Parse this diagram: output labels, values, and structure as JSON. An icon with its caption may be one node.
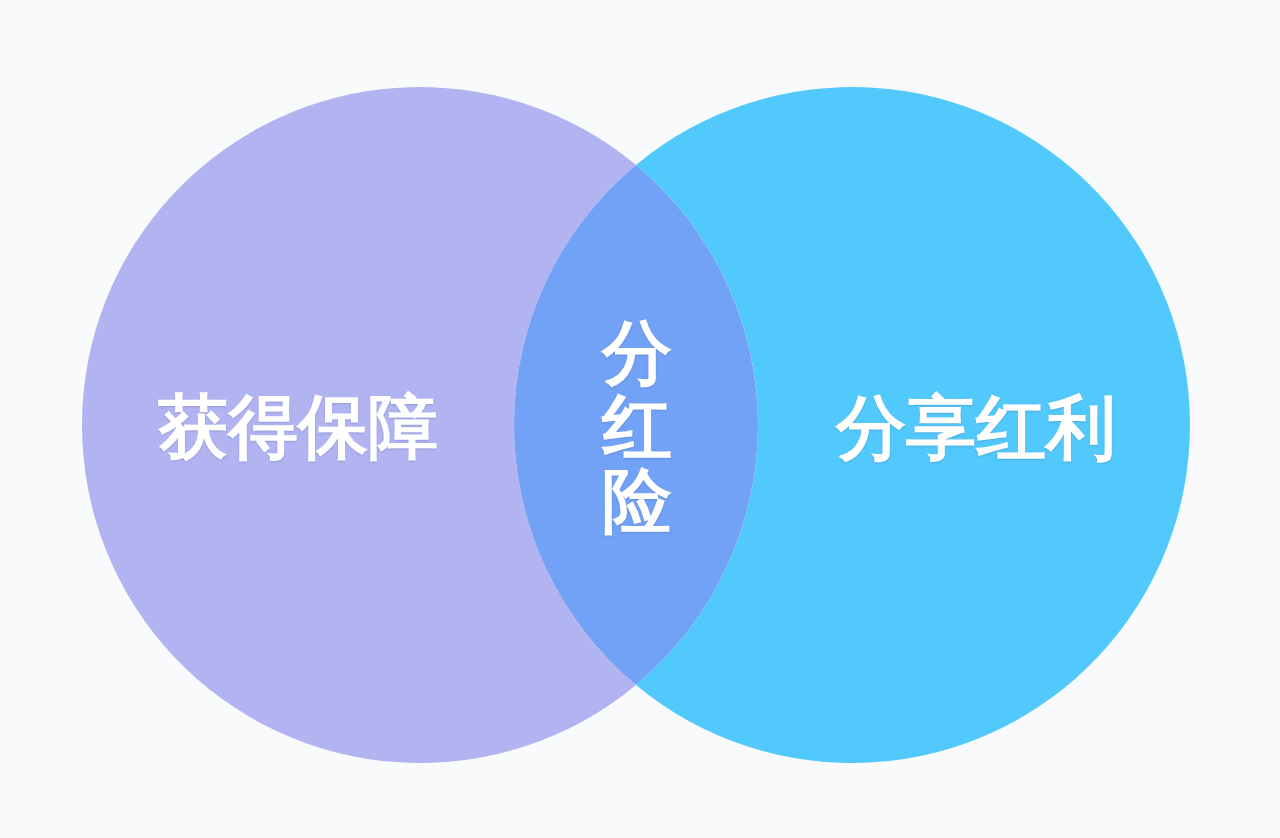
{
  "diagram": {
    "nodes": [
      {
        "text": [
          "获得保障"
        ]
      },
      {
        "text": [
          "分红险"
        ]
      },
      {
        "text": [
          "分享红利"
        ]
      }
    ]
  }
}
